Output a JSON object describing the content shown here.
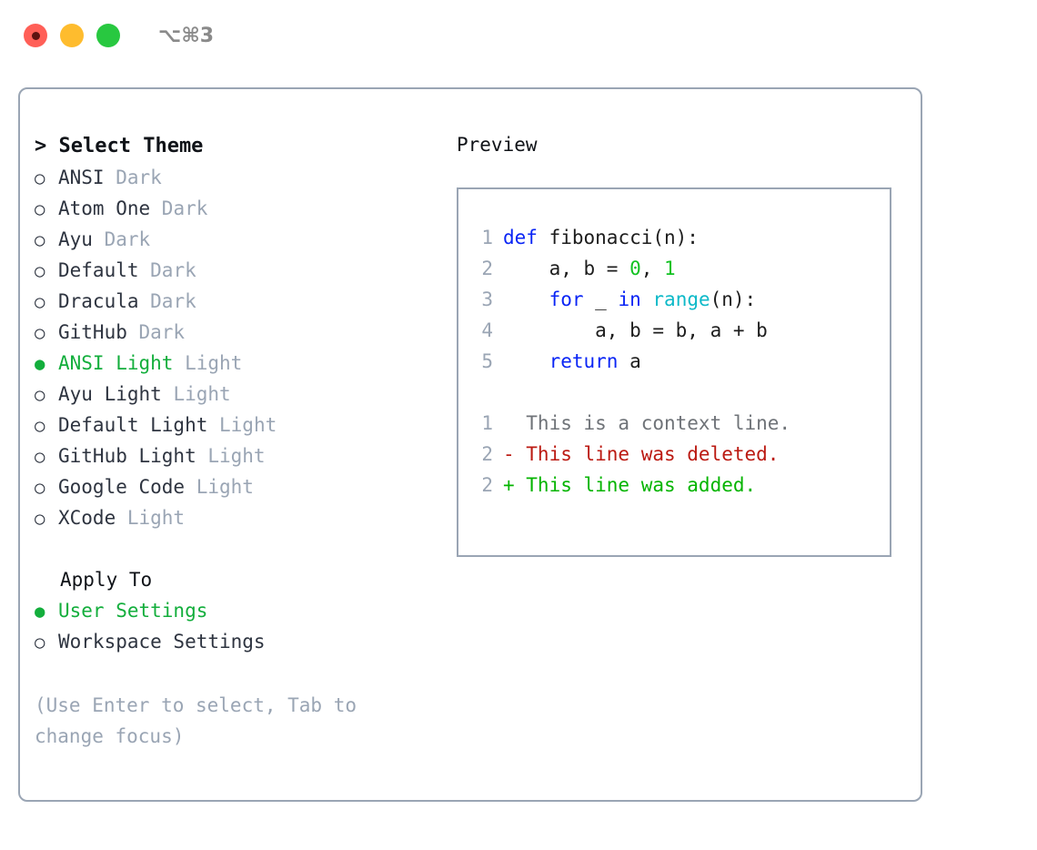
{
  "titlebar": {
    "shortcut": "⌥⌘3",
    "lights": [
      {
        "name": "close",
        "color": "#ff5f57"
      },
      {
        "name": "minimize",
        "color": "#febc2e"
      },
      {
        "name": "maximize",
        "color": "#28c840"
      }
    ]
  },
  "theme_selector": {
    "prompt": "> Select Theme",
    "marker_selected": "●",
    "marker_unselected": "○",
    "accent_color": "#13ae3c",
    "muted_color": "#9aa5b4",
    "items": [
      {
        "name": "ANSI",
        "kind": " Dark",
        "selected": false
      },
      {
        "name": "Atom One",
        "kind": " Dark",
        "selected": false
      },
      {
        "name": "Ayu",
        "kind": " Dark",
        "selected": false
      },
      {
        "name": "Default",
        "kind": " Dark",
        "selected": false
      },
      {
        "name": "Dracula",
        "kind": " Dark",
        "selected": false
      },
      {
        "name": "GitHub",
        "kind": " Dark",
        "selected": false
      },
      {
        "name": "ANSI Light",
        "kind": " Light",
        "selected": true
      },
      {
        "name": "Ayu Light",
        "kind": " Light",
        "selected": false
      },
      {
        "name": "Default Light",
        "kind": " Light",
        "selected": false
      },
      {
        "name": "GitHub Light",
        "kind": " Light",
        "selected": false
      },
      {
        "name": "Google Code",
        "kind": " Light",
        "selected": false
      },
      {
        "name": "XCode",
        "kind": " Light",
        "selected": false
      }
    ]
  },
  "apply_to": {
    "heading": "Apply To",
    "options": [
      {
        "label": "User Settings",
        "selected": true
      },
      {
        "label": "Workspace Settings",
        "selected": false
      }
    ]
  },
  "hint": "(Use Enter to select, Tab to change focus)",
  "preview": {
    "title": "Preview",
    "code_lines": [
      {
        "num": "1",
        "tokens": [
          {
            "t": "def",
            "c": "kw"
          },
          {
            "t": " fibonacci(n):",
            "c": "id"
          }
        ]
      },
      {
        "num": "2",
        "tokens": [
          {
            "t": "    a, b = ",
            "c": "id"
          },
          {
            "t": "0",
            "c": "num"
          },
          {
            "t": ", ",
            "c": "id"
          },
          {
            "t": "1",
            "c": "num"
          }
        ]
      },
      {
        "num": "3",
        "tokens": [
          {
            "t": "    ",
            "c": "id"
          },
          {
            "t": "for",
            "c": "kw"
          },
          {
            "t": " _ ",
            "c": "id"
          },
          {
            "t": "in",
            "c": "kw"
          },
          {
            "t": " ",
            "c": "id"
          },
          {
            "t": "range",
            "c": "fn"
          },
          {
            "t": "(n):",
            "c": "id"
          }
        ]
      },
      {
        "num": "4",
        "tokens": [
          {
            "t": "        a, b = b, a + b",
            "c": "id"
          }
        ]
      },
      {
        "num": "5",
        "tokens": [
          {
            "t": "    ",
            "c": "id"
          },
          {
            "t": "return",
            "c": "kw"
          },
          {
            "t": " a",
            "c": "id"
          }
        ]
      }
    ],
    "diff_lines": [
      {
        "num": "1",
        "text": "  This is a context line.",
        "kind": "ctx"
      },
      {
        "num": "2",
        "text": "- This line was deleted.",
        "kind": "del"
      },
      {
        "num": "2",
        "text": "+ This line was added.",
        "kind": "add"
      }
    ]
  }
}
